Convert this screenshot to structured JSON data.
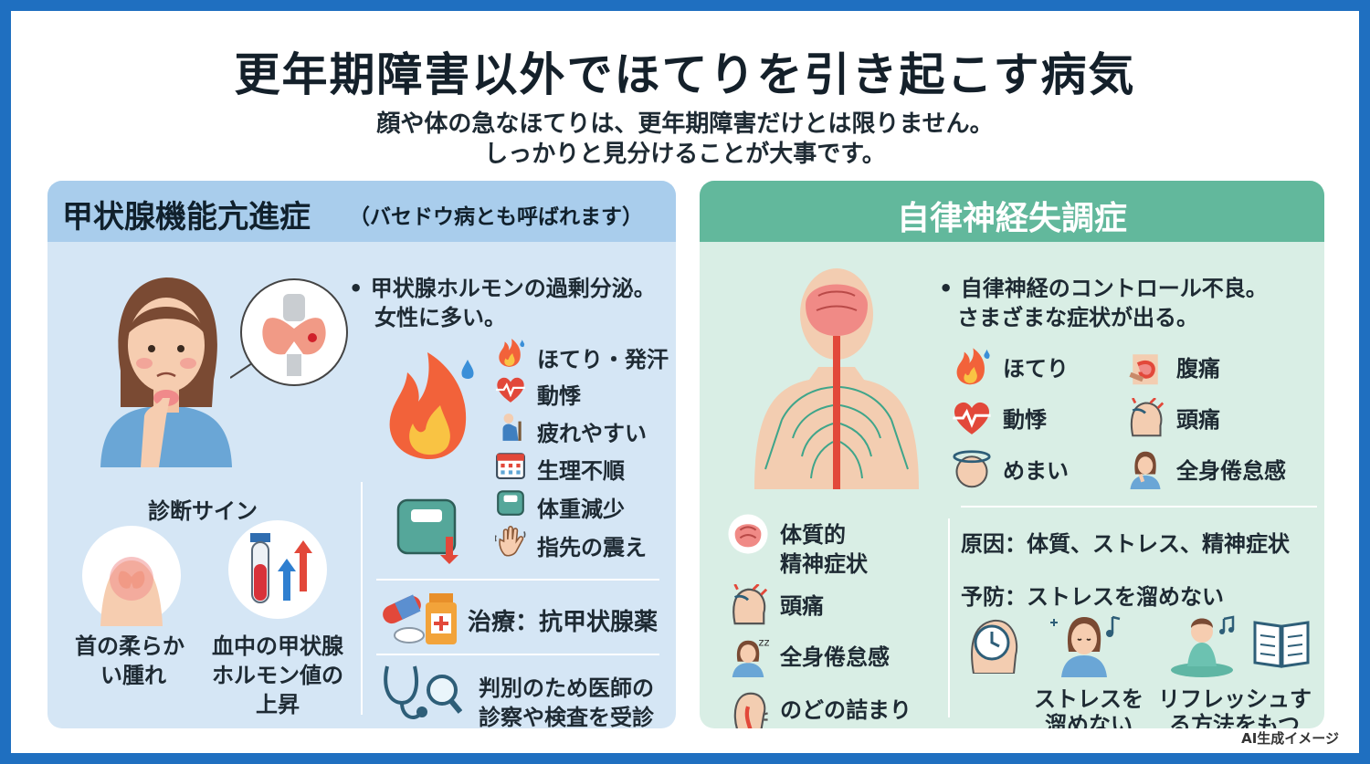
{
  "title": "更年期障害以外でほてりを引き起こす病気",
  "subtitle": {
    "line1": "顔や体の急なほてりは、更年期障害だけとは限りません。",
    "line2": "しっかりと見分けることが大事です。"
  },
  "left_panel": {
    "heading": "甲状腺機能亢進症",
    "heading_note": "（バセドウ病とも呼ばれます）",
    "description_line1": "• 甲状腺ホルモンの過剰分泌。",
    "description_line2": "女性に多い。",
    "symptoms": [
      "ほてり・発汗",
      "動悸",
      "疲れやすい",
      "生理不順",
      "体重減少",
      "指先の震え"
    ],
    "diagnosis_title": "診断サイン",
    "diagnosis_signs": [
      {
        "line1": "首の柔らか",
        "line2": "い腫れ",
        "line3": ""
      },
      {
        "line1": "血中の甲状腺",
        "line2": "ホルモン値の",
        "line3": "上昇"
      }
    ],
    "treatment": "治療：抗甲状腺薬",
    "advice_line1": "判別のため医師の",
    "advice_line2": "診察や検査を受診"
  },
  "right_panel": {
    "heading": "自律神経失調症",
    "description_line1": "• 自律神経のコントロール不良。",
    "description_line2": "さまざまな症状が出る。",
    "symptoms_col1": [
      "ほてり",
      "動悸",
      "めまい"
    ],
    "symptoms_col2": [
      "腹痛",
      "頭痛",
      "全身倦怠感"
    ],
    "left_list": [
      {
        "line1": "体質的",
        "line2": "精神症状"
      },
      {
        "line1": "頭痛",
        "line2": ""
      },
      {
        "line1": "全身倦怠感",
        "line2": ""
      },
      {
        "line1": "のどの詰まり",
        "line2": ""
      }
    ],
    "cause": "原因：体質、ストレス、精神症状",
    "prevention": "予防：ストレスを溜めない",
    "prevention_items": [
      {
        "line1": "ストレスを",
        "line2": "溜めない"
      },
      {
        "line1": "リフレッシュす",
        "line2": "る方法をもつ"
      }
    ]
  },
  "credit": "AI生成イメージ",
  "colors": {
    "frame": "#1f6fc0",
    "left_panel_bg": "#d5e6f5",
    "left_header": "#a9cdec",
    "right_panel_bg": "#d9eee5",
    "right_header": "#62b89c"
  }
}
